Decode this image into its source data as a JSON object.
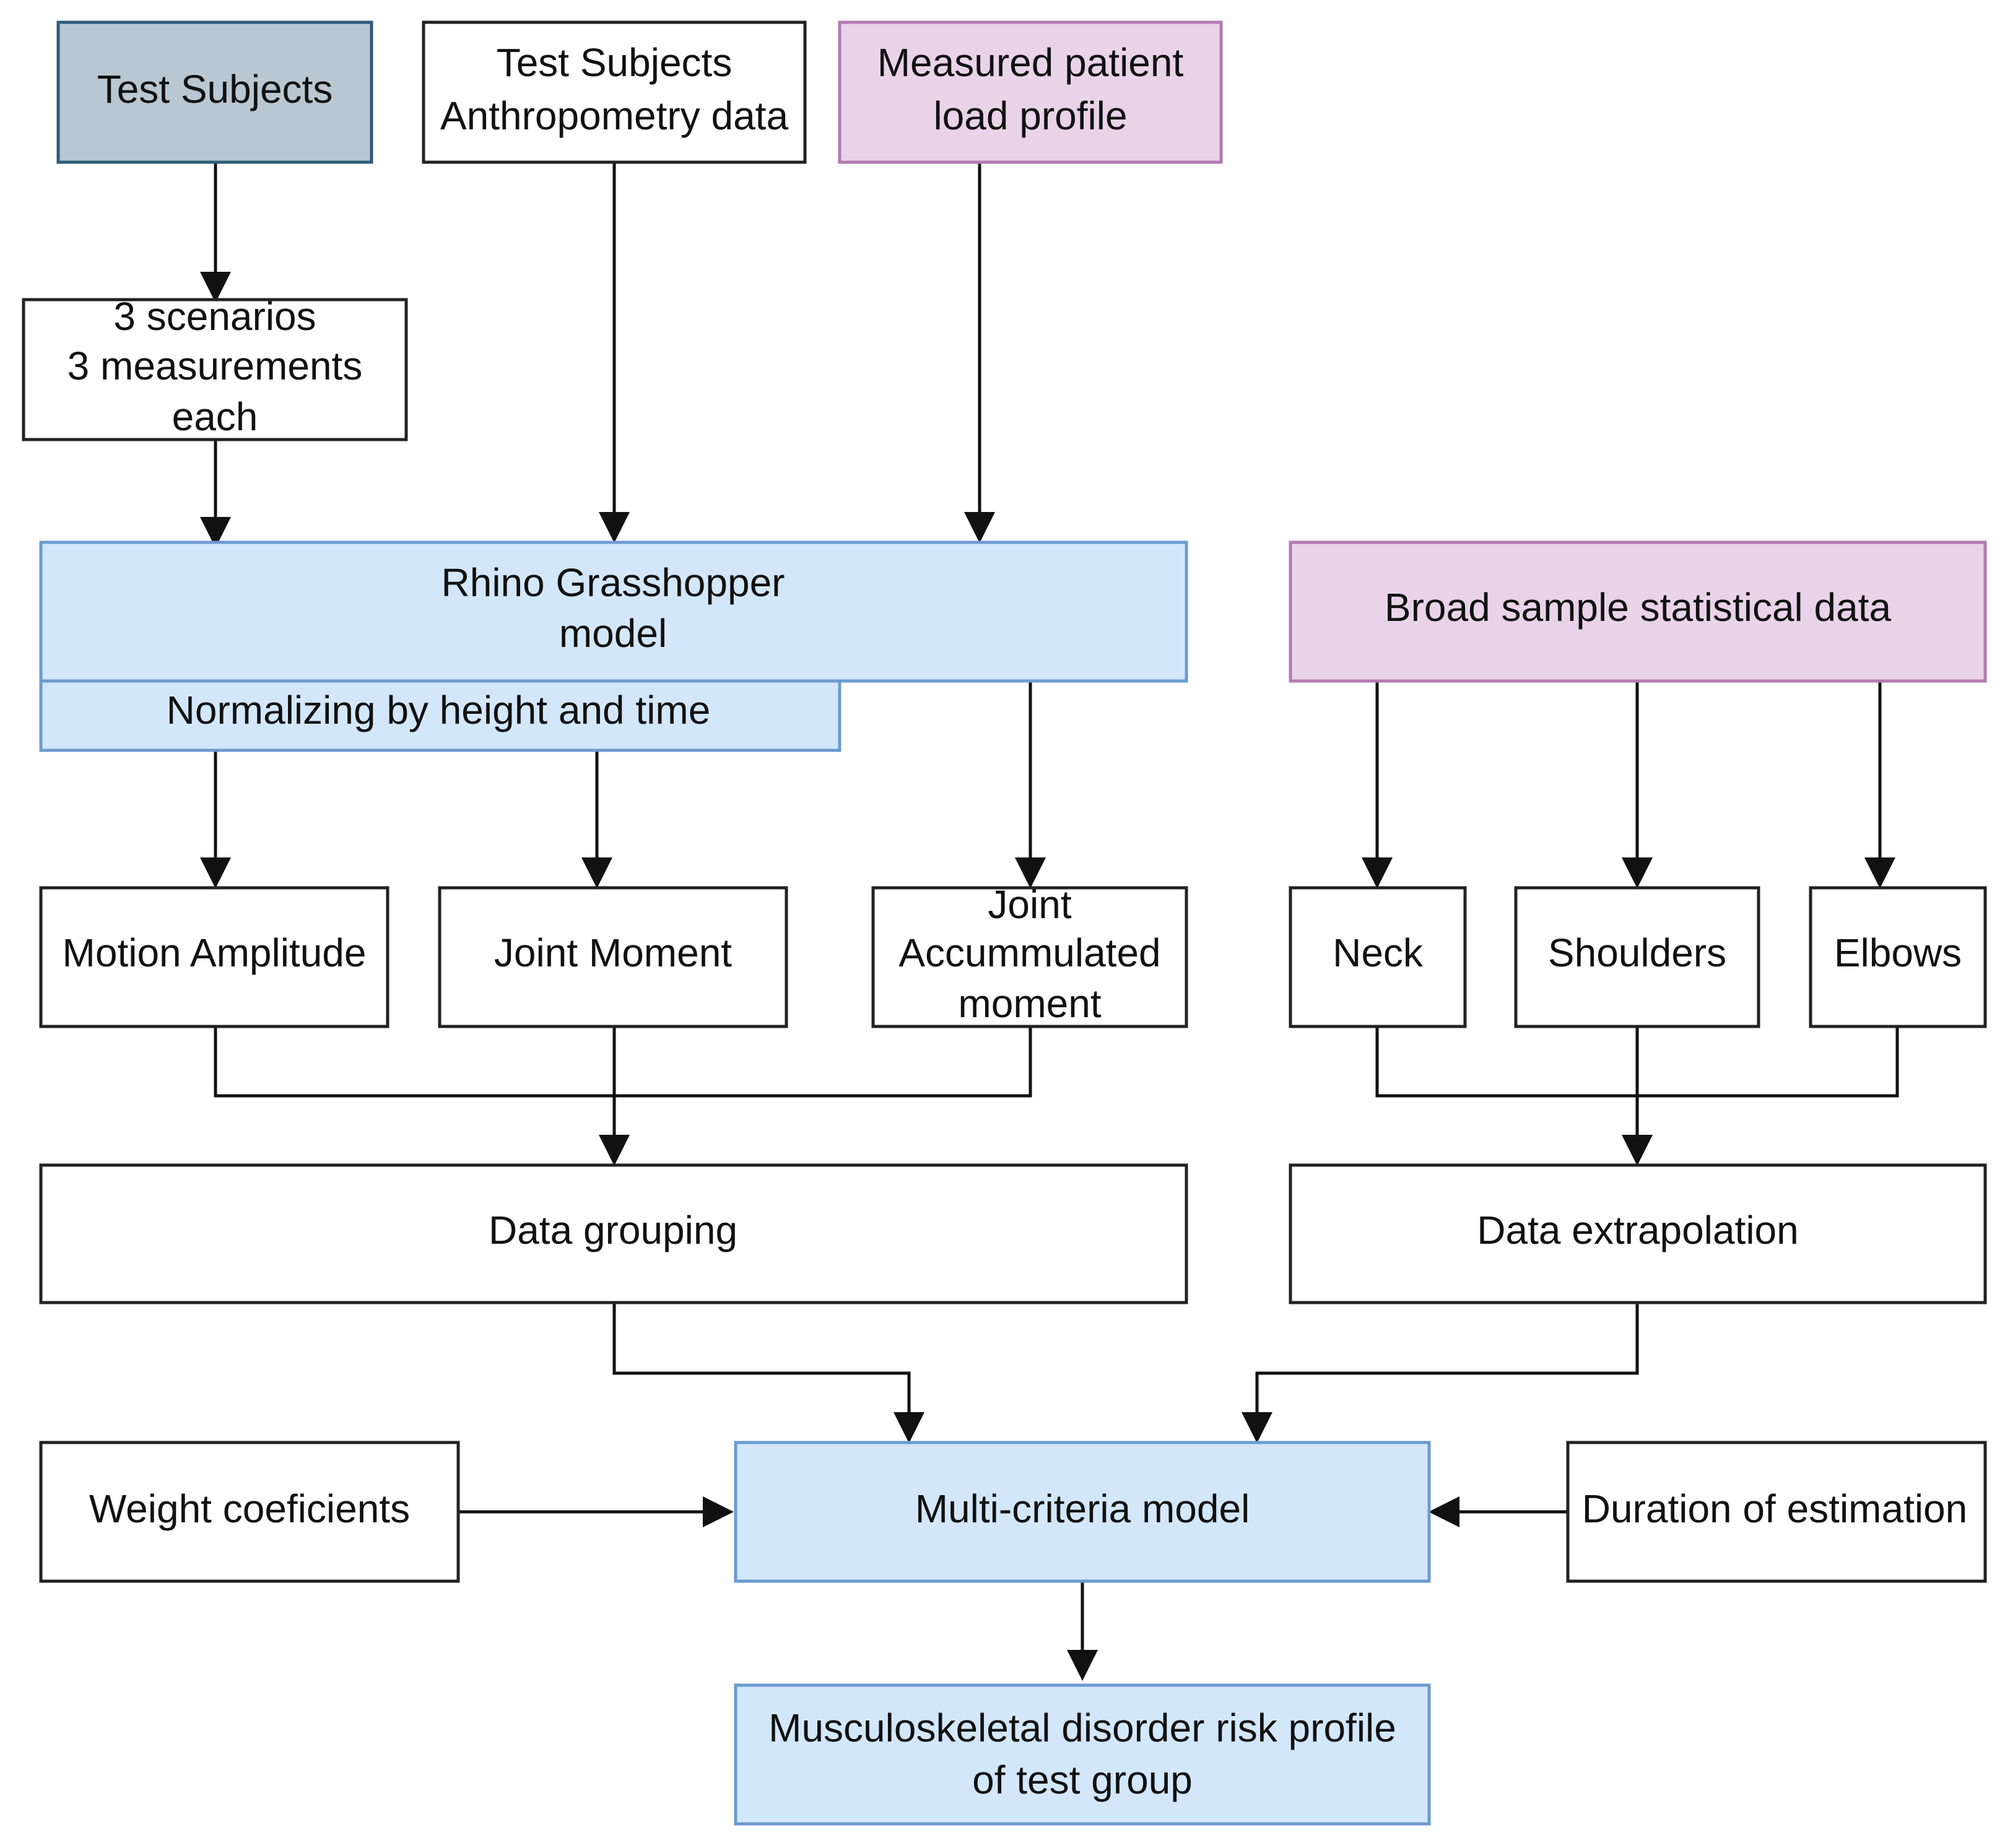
{
  "colors": {
    "gray": "#b8c7d1",
    "white": "#ffffff",
    "purple": "#e9d3e8",
    "blue": "#d3e7fb",
    "line": "#111111"
  },
  "nodes": {
    "test_subjects": "Test Subjects",
    "anthropometry_line1": "Test Subjects",
    "anthropometry_line2": "Anthropometry data",
    "load_profile_line1": "Measured patient",
    "load_profile_line2": "load profile",
    "scenarios_line1": "3 scenarios",
    "scenarios_line2": "3 measurements",
    "scenarios_line3": "each",
    "rhino_line1": "Rhino Grasshopper",
    "rhino_line2": "model",
    "normalizing": "Normalizing by height and time",
    "broad_sample": "Broad sample statistical data",
    "motion_amplitude": "Motion Amplitude",
    "joint_moment": "Joint Moment",
    "joint_acc_line1": "Joint",
    "joint_acc_line2": "Accummulated",
    "joint_acc_line3": "moment",
    "neck": "Neck",
    "shoulders": "Shoulders",
    "elbows": "Elbows",
    "data_grouping": "Data grouping",
    "data_extrapolation": "Data extrapolation",
    "weight_coefficients": "Weight coeficients",
    "multi_criteria": "Multi-criteria model",
    "duration": "Duration of estimation",
    "risk_line1": "Musculoskeletal disorder risk profile",
    "risk_line2": "of test group"
  }
}
